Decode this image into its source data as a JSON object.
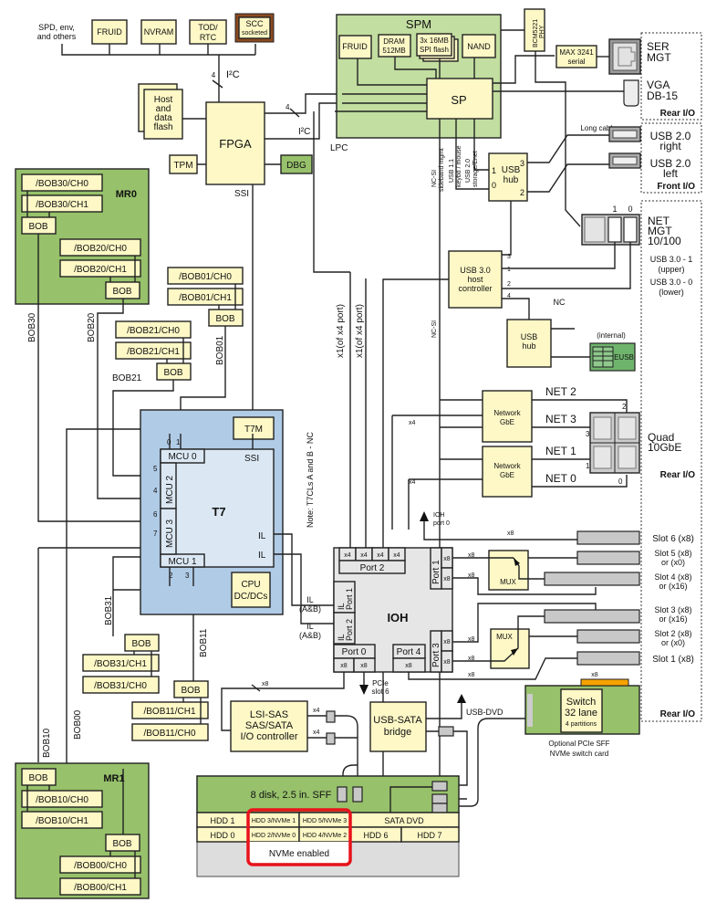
{
  "top_bus": {
    "spd": [
      "SPD, env,",
      "and others"
    ],
    "fruid": "FRUID",
    "nvram": "NVRAM",
    "tod": [
      "TOD/",
      "RTC"
    ],
    "scc": [
      "SCC",
      "socketed"
    ],
    "i2c_label": "I²C",
    "width_4": "4"
  },
  "fpga": {
    "label": "FPGA",
    "host_flash": [
      "Host",
      "and",
      "data",
      "flash"
    ],
    "tpm": "TPM",
    "dbg": "DBG",
    "ssi": "SSI",
    "i2c_label": "I²C",
    "width_4": "4"
  },
  "spm": {
    "title": "SPM",
    "fruid": "FRUID",
    "dram": [
      "DRAM",
      "512MB"
    ],
    "spi": [
      "3x 16MB",
      "SPI flash"
    ],
    "nand": "NAND",
    "sp": "SP",
    "lpc": "LPC",
    "bcm": [
      "BCM5221",
      "PHY"
    ],
    "max": [
      "MAX 3241",
      "serial"
    ],
    "ncsi_sideband": [
      "NC-SI",
      "sideband mgmt"
    ],
    "usb11": [
      "USB 1.1",
      "keybd / mouse"
    ],
    "usb20": [
      "USB 2.0",
      "storage/Enet"
    ]
  },
  "rear_io_top": {
    "ser": [
      "SER",
      "MGT"
    ],
    "vga": [
      "VGA",
      "DB-15"
    ],
    "label": "Rear I/O"
  },
  "front_io": {
    "long_cable": "Long cable",
    "usb_right": [
      "USB 2.0",
      "right"
    ],
    "usb_left": [
      "USB 2.0",
      "left"
    ],
    "label": "Front I/O"
  },
  "usb_hub": {
    "label": [
      "USB",
      "hub"
    ],
    "ports": [
      "1",
      "0",
      "3",
      "2"
    ]
  },
  "net_mgt": {
    "label": [
      "NET",
      "MGT",
      "10/100"
    ],
    "ports": [
      "1",
      "0"
    ],
    "usb3_1": [
      "USB 3.0 - 1",
      "(upper)"
    ],
    "usb3_0": [
      "USB 3.0 - 0",
      "(lower)"
    ]
  },
  "usb3": {
    "label": [
      "USB 3.0",
      "host",
      "controller"
    ],
    "ports": [
      "3",
      "1",
      "2",
      "4"
    ],
    "nc": "NC"
  },
  "usb_hub2": {
    "label": [
      "USB",
      "hub"
    ],
    "internal": "(internal)",
    "eusb": "EUSB"
  },
  "network": {
    "gbe": [
      "Network",
      "GbE"
    ],
    "net": [
      "NET 2",
      "NET 3",
      "NET 1",
      "NET 0"
    ],
    "port_nums": [
      "2",
      "3",
      "1",
      "0"
    ],
    "quad": [
      "Quad",
      "10GbE"
    ],
    "rear_io": "Rear I/O",
    "x4": "x4",
    "ncsi": "NC-SI"
  },
  "mr0": {
    "title": "MR0",
    "items": [
      "/BOB30/CH0",
      "/BOB30/CH1",
      "BOB",
      "/BOB20/CH0",
      "/BOB20/CH1",
      "BOB"
    ]
  },
  "bob_mid": {
    "bob01": [
      "/BOB01/CH0",
      "/BOB01/CH1",
      "BOB"
    ],
    "bob21": [
      "/BOB21/CH0",
      "/BOB21/CH1",
      "BOB"
    ],
    "bus_labels": [
      "BOB30",
      "BOB20",
      "BOB21",
      "BOB01",
      "BOB31",
      "BOB11",
      "BOB00",
      "BOB10"
    ]
  },
  "t7": {
    "label": "T7",
    "t7m": "T7M",
    "mcu0": "MCU 0",
    "mcu1": "MCU 1",
    "mcu2": "MCU 2",
    "mcu3": "MCU 3",
    "ssi": "SSI",
    "il": "IL",
    "cpu": [
      "CPU",
      "DC/DCs"
    ],
    "pins": [
      "0",
      "1",
      "5",
      "4",
      "6",
      "7",
      "2",
      "3"
    ],
    "note": "Note: T7CLs A and B - NC",
    "x1": "x1(of x4 port)"
  },
  "ioh": {
    "label": "IOH",
    "port2": "Port 2",
    "port0": "Port 0",
    "port1": "Port 1",
    "port3": "Port 3",
    "port4": "Port 4",
    "il_port1": [
      "IL",
      "Port 1"
    ],
    "il_port2": [
      "IL",
      "Port 2"
    ],
    "il_ab": [
      "IL",
      "(A&B)"
    ],
    "x4": "x4",
    "x8": "x8",
    "ioh_port0": [
      "IOH",
      "port 0"
    ],
    "pcie_slot6": [
      "PCIe",
      "slot 6"
    ],
    "mux": "MUX"
  },
  "slots": [
    [
      "Slot 6 (x8)"
    ],
    [
      "Slot 5 (x8)",
      "or (x0)"
    ],
    [
      "Slot 4 (x8)",
      "or (x16)"
    ],
    [
      "Slot 3 (x8)",
      "or (x16)"
    ],
    [
      "Slot 2 (x8)",
      "or (x0)"
    ],
    [
      "Slot 1 (x8)"
    ]
  ],
  "rear_io_bottom": "Rear I/O",
  "mr1": {
    "title": "MR1",
    "items": [
      "BOB",
      "/BOB10/CH0",
      "/BOB10/CH1",
      "BOB",
      "/BOB00/CH0",
      "/BOB00/CH1"
    ]
  },
  "bob_low": {
    "bob31": [
      "BOB",
      "/BOB31/CH1",
      "/BOB31/CH0"
    ],
    "bob11": [
      "BOB",
      "/BOB11/CH1",
      "/BOB11/CH0"
    ]
  },
  "lsi": {
    "label": [
      "LSI-SAS",
      "SAS/SATA",
      "I/O controller"
    ],
    "x4": "x4",
    "x8": "x8"
  },
  "usb_sata": {
    "label": [
      "USB-SATA",
      "bridge"
    ],
    "usb_dvd": "USB-DVD"
  },
  "switch_card": {
    "label": [
      "Switch",
      "32 lane",
      "4 partitions"
    ],
    "caption": [
      "Optional PCIe SFF",
      "NVMe switch card"
    ],
    "x8": "x8"
  },
  "disk": {
    "title": "8 disk, 2.5 in. SFF",
    "row1": [
      "HDD 1",
      "HDD 3/NVMe 1",
      "HDD 5/NVMe 3",
      "SATA DVD"
    ],
    "row2": [
      "HDD 0",
      "HDD 2/NVMe 0",
      "HDD 4/NVMe 2",
      "HDD 6",
      "HDD 7"
    ],
    "nvme_enabled": "NVMe enabled"
  },
  "colors": {
    "highlight": "#e8121b",
    "module_green": "#97c16b",
    "chip_yellow": "#fdf8c6",
    "cpu_blue": "#b0cbe6",
    "orange": "#f5a300"
  }
}
